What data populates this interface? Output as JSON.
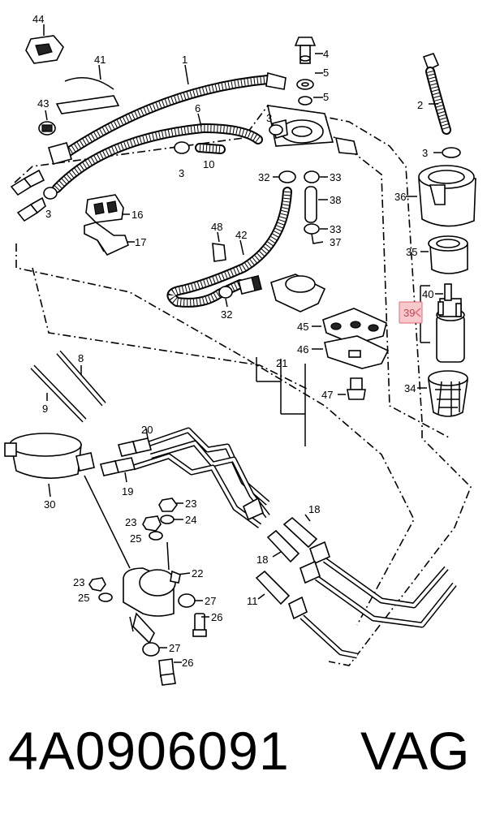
{
  "labels": {
    "l1": "1",
    "l2": "2",
    "l3a": "3",
    "l3b": "3",
    "l3c": "3",
    "l3d": "3",
    "l4": "4",
    "l5a": "5",
    "l5b": "5",
    "l6": "6",
    "l8": "8",
    "l9": "9",
    "l10": "10",
    "l11": "11",
    "l16": "16",
    "l17": "17",
    "l18a": "18",
    "l18b": "18",
    "l19": "19",
    "l20": "20",
    "l21": "21",
    "l22": "22",
    "l23a": "23",
    "l23b": "23",
    "l23c": "23",
    "l24": "24",
    "l25a": "25",
    "l25b": "25",
    "l26a": "26",
    "l26b": "26",
    "l27a": "27",
    "l27b": "27",
    "l30": "30",
    "l32a": "32",
    "l32b": "32",
    "l33a": "33",
    "l33b": "33",
    "l34": "34",
    "l35": "35",
    "l36": "36",
    "l37": "37",
    "l38": "38",
    "l39": "39",
    "l40": "40",
    "l41": "41",
    "l42": "42",
    "l43": "43",
    "l44": "44",
    "l45": "45",
    "l46": "46",
    "l47": "47",
    "l48": "48"
  },
  "highlight_label": "39",
  "footer": {
    "part_number": "4A0906091",
    "brand": "VAG"
  }
}
